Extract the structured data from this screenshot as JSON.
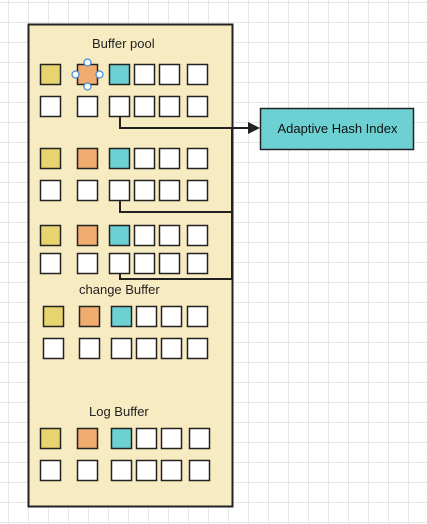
{
  "colors": {
    "container_fill": "#f7ebc1",
    "border": "#222222",
    "page_cell": "#e8d46e",
    "hash_cell": "#efac6e",
    "index_cell": "#6dd0d2",
    "empty_cell": "#ffffff",
    "adaptive_hash_fill": "#6dd0d2",
    "handle": "#4a8fd8"
  },
  "diagram": {
    "sections": [
      {
        "label": "Buffer pool"
      },
      {
        "label": "change Buffer"
      },
      {
        "label": "Log Buffer"
      }
    ],
    "adaptive_hash_index": {
      "label": "Adaptive Hash Index"
    },
    "selected_cell": "buffer-pool-block-1-hash-cell"
  }
}
